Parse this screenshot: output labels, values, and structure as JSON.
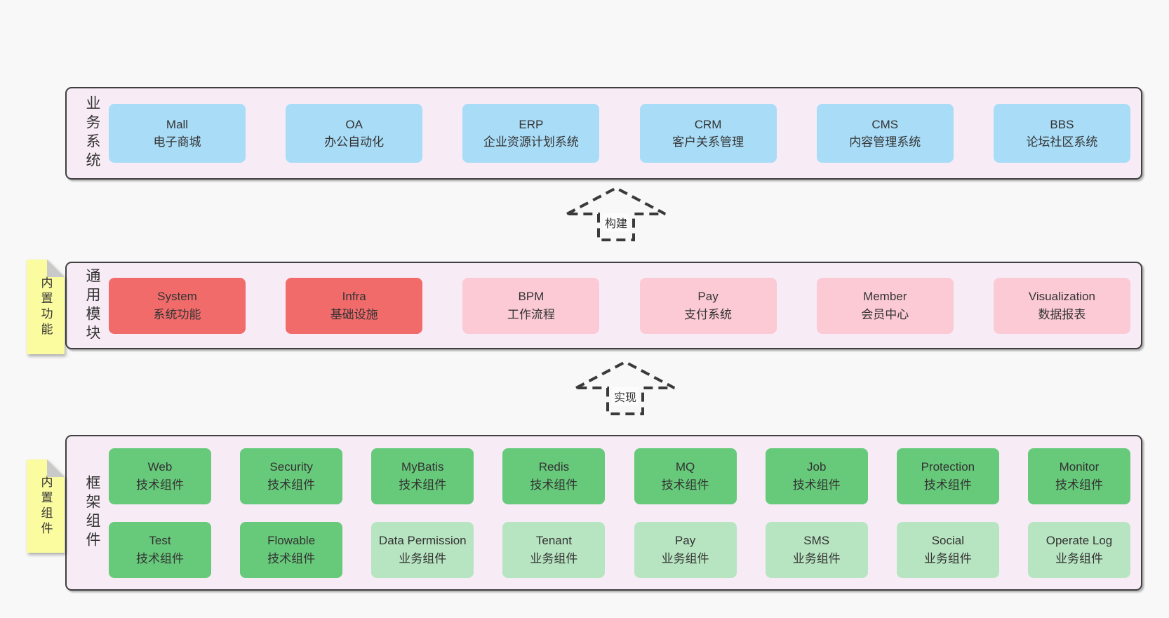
{
  "colors": {
    "page_bg": "#f8f8f8",
    "band_bg": "#f7ecf6",
    "band_border": "#3f3f3f",
    "text": "#333333",
    "blue": "#a9dcf7",
    "red": "#f26b6b",
    "pink": "#fbcad5",
    "green": "#67c97a",
    "light_green": "#b8e5c1",
    "note_bg": "#fbfba0",
    "note_fold": "#c9c9c9",
    "arrow_stroke": "#3a3a3a"
  },
  "arrows": [
    {
      "label": "构建"
    },
    {
      "label": "实现"
    }
  ],
  "bands": [
    {
      "label": "业务系统",
      "rows": [
        [
          {
            "en": "Mall",
            "zh": "电子商城",
            "variant": "blue"
          },
          {
            "en": "OA",
            "zh": "办公自动化",
            "variant": "blue"
          },
          {
            "en": "ERP",
            "zh": "企业资源计划系统",
            "variant": "blue"
          },
          {
            "en": "CRM",
            "zh": "客户关系管理",
            "variant": "blue"
          },
          {
            "en": "CMS",
            "zh": "内容管理系统",
            "variant": "blue"
          },
          {
            "en": "BBS",
            "zh": "论坛社区系统",
            "variant": "blue"
          }
        ]
      ]
    },
    {
      "label": "通用模块",
      "note": "内置功能",
      "rows": [
        [
          {
            "en": "System",
            "zh": "系统功能",
            "variant": "red"
          },
          {
            "en": "Infra",
            "zh": "基础设施",
            "variant": "red"
          },
          {
            "en": "BPM",
            "zh": "工作流程",
            "variant": "pink"
          },
          {
            "en": "Pay",
            "zh": "支付系统",
            "variant": "pink"
          },
          {
            "en": "Member",
            "zh": "会员中心",
            "variant": "pink"
          },
          {
            "en": "Visualization",
            "zh": "数据报表",
            "variant": "pink"
          }
        ]
      ]
    },
    {
      "label": "框架组件",
      "note": "内置组件",
      "rows": [
        [
          {
            "en": "Web",
            "zh": "技术组件",
            "variant": "green"
          },
          {
            "en": "Security",
            "zh": "技术组件",
            "variant": "green"
          },
          {
            "en": "MyBatis",
            "zh": "技术组件",
            "variant": "green"
          },
          {
            "en": "Redis",
            "zh": "技术组件",
            "variant": "green"
          },
          {
            "en": "MQ",
            "zh": "技术组件",
            "variant": "green"
          },
          {
            "en": "Job",
            "zh": "技术组件",
            "variant": "green"
          },
          {
            "en": "Protection",
            "zh": "技术组件",
            "variant": "green"
          },
          {
            "en": "Monitor",
            "zh": "技术组件",
            "variant": "green"
          }
        ],
        [
          {
            "en": "Test",
            "zh": "技术组件",
            "variant": "green"
          },
          {
            "en": "Flowable",
            "zh": "技术组件",
            "variant": "green"
          },
          {
            "en": "Data Permission",
            "zh": "业务组件",
            "variant": "light-green"
          },
          {
            "en": "Tenant",
            "zh": "业务组件",
            "variant": "light-green"
          },
          {
            "en": "Pay",
            "zh": "业务组件",
            "variant": "light-green"
          },
          {
            "en": "SMS",
            "zh": "业务组件",
            "variant": "light-green"
          },
          {
            "en": "Social",
            "zh": "业务组件",
            "variant": "light-green"
          },
          {
            "en": "Operate Log",
            "zh": "业务组件",
            "variant": "light-green"
          }
        ]
      ]
    }
  ]
}
